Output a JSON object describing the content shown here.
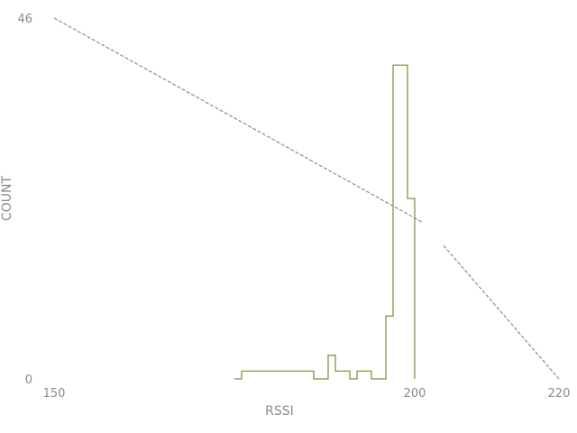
{
  "chart_data": {
    "type": "line",
    "title": "",
    "xlabel": "RSSI",
    "ylabel": "COUNT",
    "xlim": [
      150,
      220
    ],
    "ylim": [
      0,
      46
    ],
    "x_ticks": [
      "150",
      "200",
      "220"
    ],
    "y_ticks": [
      "0",
      "46"
    ],
    "grid": false,
    "legend": "none",
    "colors": {
      "histogram": "#7d8a3a",
      "trend": "#8c8c8c",
      "text": "#8a8a8a"
    },
    "series": [
      {
        "style": "step",
        "points": [
          [
            175,
            0
          ],
          [
            176,
            1
          ],
          [
            177,
            1
          ],
          [
            186,
            0
          ],
          [
            187,
            0
          ],
          [
            188,
            3
          ],
          [
            189,
            1
          ],
          [
            190,
            1
          ],
          [
            191,
            0
          ],
          [
            192,
            1
          ],
          [
            193,
            1
          ],
          [
            194,
            0
          ],
          [
            195,
            0
          ],
          [
            196,
            8
          ],
          [
            197,
            40
          ],
          [
            198,
            40
          ],
          [
            199,
            23
          ],
          [
            200,
            0
          ]
        ]
      },
      {
        "style": "dashed",
        "segments": [
          [
            [
              150,
              46
            ],
            [
              201,
              20
            ]
          ],
          [
            [
              204,
              17
            ],
            [
              220,
              0
            ]
          ]
        ]
      }
    ]
  }
}
